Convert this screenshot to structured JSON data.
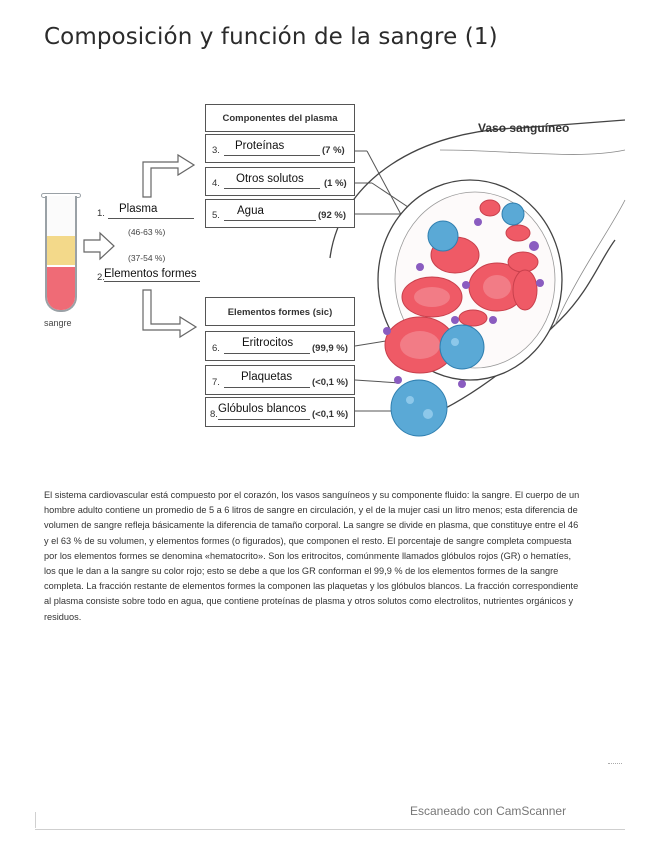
{
  "title": "Composición y función de la sangre (1)",
  "tube_label": "sangre",
  "left": {
    "item1_num": "1.",
    "item1_answer": "Plasma",
    "item1_range": "(46-63 %)",
    "item2_range": "(37-54 %)",
    "item2_num": "2.",
    "item2_answer": "Elementos formes"
  },
  "plasma_box": {
    "header": "Componentes del plasma",
    "rows": [
      {
        "num": "3.",
        "answer": "Proteínas",
        "pct": "(7 %)"
      },
      {
        "num": "4.",
        "answer": "Otros solutos",
        "pct": "(1 %)"
      },
      {
        "num": "5.",
        "answer": "Agua",
        "pct": "(92 %)"
      }
    ]
  },
  "formed_box": {
    "header": "Elementos formes (sic)",
    "rows": [
      {
        "num": "6.",
        "answer": "Eritrocitos",
        "pct": "(99,9 %)"
      },
      {
        "num": "7.",
        "answer": "Plaquetas",
        "pct": "(<0,1 %)"
      },
      {
        "num": "8.",
        "answer": "Glóbulos blancos",
        "pct": "(<0,1 %)"
      }
    ]
  },
  "vessel_title": "Vaso sanguíneo",
  "paragraph": "El sistema cardiovascular está compuesto por el corazón, los vasos sanguíneos y su componente fluido: la sangre. El cuerpo de un hombre adulto contiene un promedio de 5 a 6 litros de sangre en circulación, y el de la mujer casi un litro menos; esta diferencia de volumen de sangre refleja básicamente la diferencia de tamaño corporal. La sangre se divide en plasma, que constituye entre el 46 y el 63 % de su volumen, y elementos formes (o figurados), que componen el resto. El porcentaje de sangre completa compuesta por los elementos formes se denomina «hematocrito». Son los eritrocitos, comúnmente llamados glóbulos rojos (GR) o hematíes, los que le dan a la sangre su color rojo; esto se debe a que los GR conforman el 99,9 % de los elementos formes de la sangre completa. La fracción restante de elementos formes la componen las plaquetas y los glóbulos blancos. La fracción correspondiente al plasma consiste sobre todo en agua, que contiene proteínas de plasma y otros solutos como electrolitos, nutrientes orgánicos y residuos.",
  "footer": "Escaneado con CamScanner",
  "colors": {
    "red_cell": "#ef5a66",
    "white_cell": "#5aa9d6",
    "platelet": "#8a5cc0",
    "plasma": "#f3d98a"
  }
}
